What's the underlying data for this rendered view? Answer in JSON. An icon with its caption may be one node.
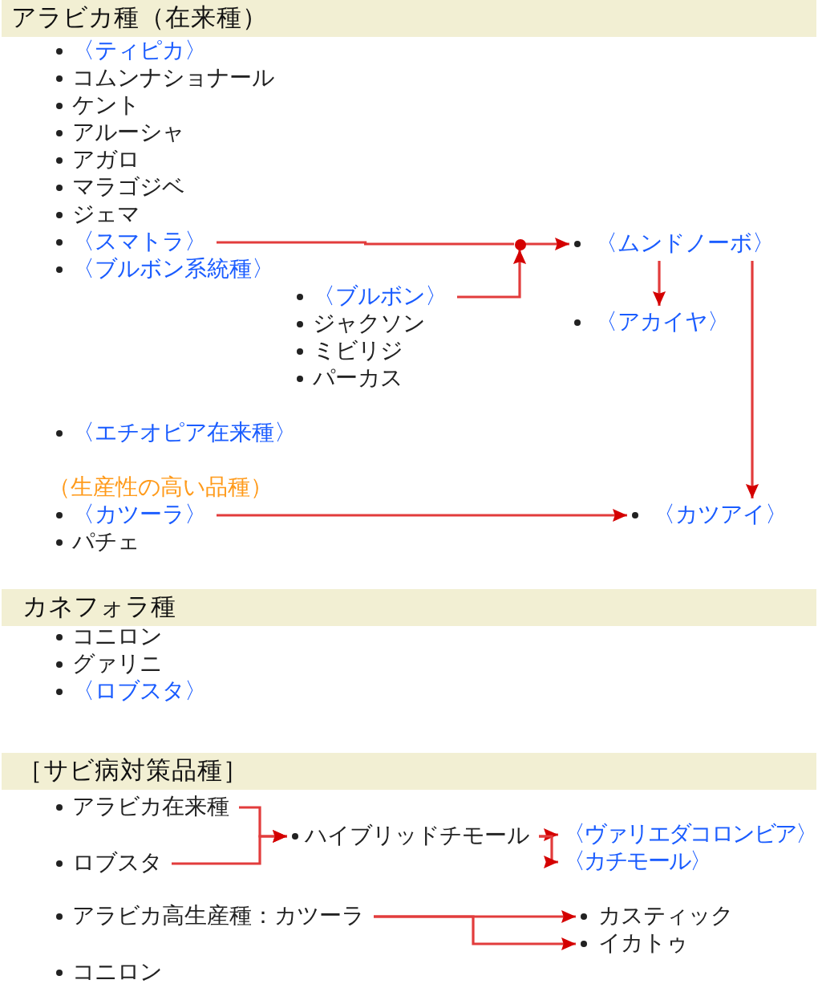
{
  "diagram": {
    "nodes": [
      {
        "text": [
          "アラビカ種（在来種）"
        ]
      },
      {
        "text": [
          "〈スマトラ〉"
        ]
      },
      {
        "text": [],
        "shape": "circle"
      },
      {
        "text": [
          "〈ムンドノーボ〉"
        ]
      },
      {
        "text": [
          "〈ブルボン〉"
        ]
      },
      {
        "text": [
          "〈アカイヤ〉"
        ]
      },
      {
        "text": [
          "〈カツーラ〉"
        ]
      },
      {
        "text": [
          "〈カツアイ〉"
        ]
      },
      {
        "text": [
          "カネフォラ種"
        ]
      },
      {
        "text": [
          "［サビ病対策品種］"
        ]
      },
      {
        "text": [
          "アラビカ在来種"
        ]
      },
      {
        "text": [
          "ハイブリッドチモール"
        ]
      },
      {
        "text": [
          "〈ヴァリエダコロンビア〉"
        ]
      },
      {
        "text": [
          "ロブスタ"
        ]
      },
      {
        "text": [
          "〈カチモール〉"
        ]
      },
      {
        "text": [
          "アラビカ高生産種：カツーラ"
        ]
      },
      {
        "text": [
          "カスティック"
        ]
      },
      {
        "text": [
          "イカトゥ"
        ]
      }
    ],
    "edges": [
      {
        "from": 1,
        "to": 2,
        "arrow": "none"
      },
      {
        "from": 4,
        "to": 2,
        "arrow": "to"
      },
      {
        "from": 2,
        "to": 3,
        "arrow": "to"
      },
      {
        "from": 3,
        "to": 5,
        "arrow": "to"
      },
      {
        "from": 3,
        "to": 7,
        "arrow": "to"
      },
      {
        "from": 6,
        "to": 7,
        "arrow": "to"
      },
      {
        "from": 10,
        "to": 11,
        "arrow": "to"
      },
      {
        "from": 13,
        "to": 11,
        "arrow": "to"
      },
      {
        "from": 11,
        "to": 12,
        "arrow": "to"
      },
      {
        "from": 11,
        "to": 14,
        "arrow": "to"
      },
      {
        "from": 15,
        "to": 16,
        "arrow": "to"
      },
      {
        "from": 15,
        "to": 17,
        "arrow": "to"
      }
    ],
    "labels": [
      "〈ティピカ〉",
      "コムンナショナール",
      "ケント",
      "アルーシャ",
      "アガロ",
      "マラゴジベ",
      "ジェマ",
      "〈ブルボン系統種〉",
      "ジャクソン",
      "ミビリジ",
      "パーカス",
      "〈エチオピア在来種〉",
      "（生産性の高い品種）",
      "パチェ",
      "コニロン",
      "グァリニ",
      "〈ロブスタ〉",
      "コニロン"
    ]
  }
}
